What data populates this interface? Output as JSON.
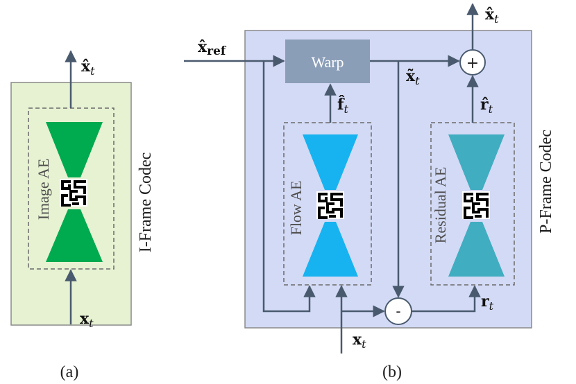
{
  "panel_a": {
    "caption": "(a)",
    "codec_label": "I-Frame Codec",
    "ae_label": "Image AE",
    "input_label": {
      "main": "x",
      "sub": "t"
    },
    "output_label": {
      "main": "x̂",
      "sub": "t"
    },
    "ae_color": "#00aa4f",
    "box_color": "#e6f2d2"
  },
  "panel_b": {
    "caption": "(b)",
    "codec_label": "P-Frame Codec",
    "warp_label": "Warp",
    "flow_ae_label": "Flow AE",
    "residual_ae_label": "Residual AE",
    "plus_label": "+",
    "minus_label": "-",
    "ref_label": {
      "main": "x̂",
      "sub": "ref"
    },
    "warped_label": {
      "main": "x̃",
      "sub": "t"
    },
    "flow_label": {
      "main": "f̂",
      "sub": "t"
    },
    "residual_hat_label": {
      "main": "r̂",
      "sub": "t"
    },
    "residual_label": {
      "main": "r",
      "sub": "t"
    },
    "input_label": {
      "main": "x",
      "sub": "t"
    },
    "output_label": {
      "main": "x̂",
      "sub": "t"
    },
    "flow_color": "#16b3f0",
    "residual_color": "#40adc1",
    "box_color": "#d3daf5",
    "warp_color": "#8b9eb8"
  }
}
